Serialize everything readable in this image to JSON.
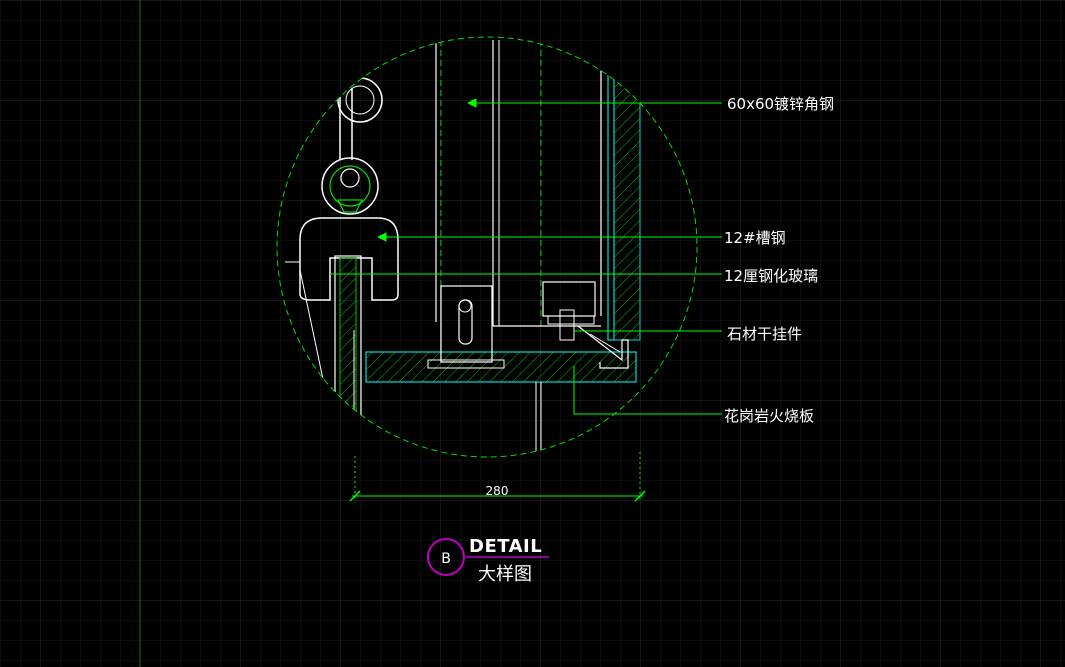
{
  "colors": {
    "background": "#000000",
    "grid_minor": "#1c1c1c",
    "grid_major": "#2e2e2e",
    "detail_circle": "#00e000",
    "leader": "#00ff00",
    "structure": "#ffffff",
    "glass": "#00d8d8",
    "hatch": "#00c000",
    "badge_ring": "#c000c0"
  },
  "callouts": [
    {
      "id": "angle-steel",
      "text": "60x60镀锌角钢"
    },
    {
      "id": "channel-steel",
      "text": "12#槽钢"
    },
    {
      "id": "tempered-glass",
      "text": "12厘钢化玻璃"
    },
    {
      "id": "stone-hanger",
      "text": "石材干挂件"
    },
    {
      "id": "granite-panel",
      "text": "花岗岩火烧板"
    }
  ],
  "dimension": {
    "value": "280"
  },
  "title_block": {
    "badge": "B",
    "title": "DETAIL",
    "subtitle": "大样图"
  }
}
